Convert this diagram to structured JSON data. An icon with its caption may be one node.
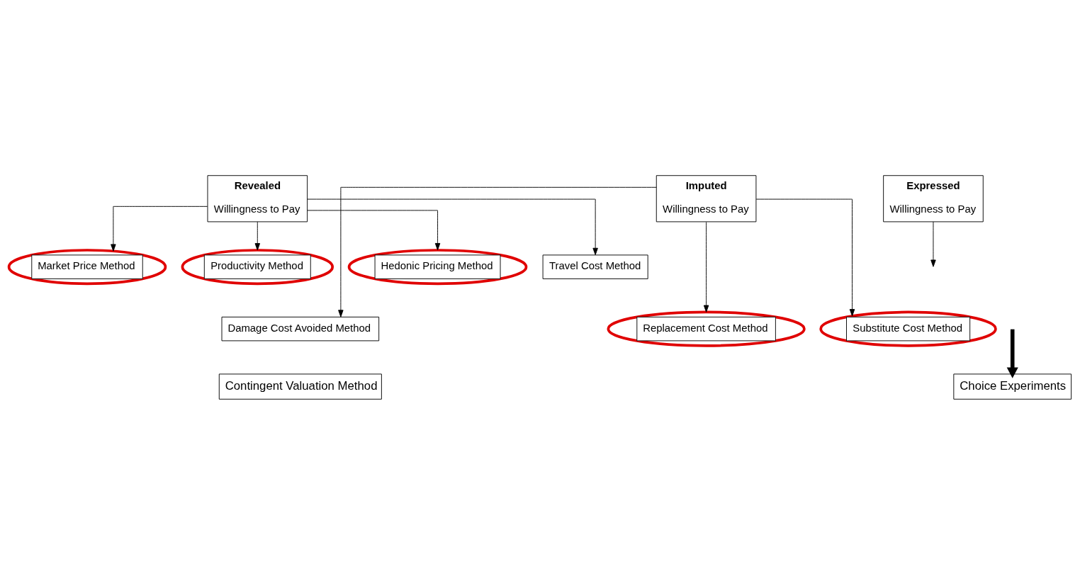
{
  "diagram": {
    "nodes": [
      {
        "text": [
          "Revealed",
          "Willingness to Pay"
        ]
      },
      {
        "text": [
          "Imputed",
          "Willingness to Pay"
        ]
      },
      {
        "text": [
          "Expressed",
          "Willingness to Pay"
        ]
      },
      {
        "text": [
          "Market Price Method"
        ]
      },
      {
        "text": [
          "Productivity Method"
        ]
      },
      {
        "text": [
          "Hedonic Pricing Method"
        ]
      },
      {
        "text": [
          "Travel Cost Method"
        ]
      },
      {
        "text": [
          "Damage Cost Avoided Method"
        ]
      },
      {
        "text": [
          "Replacement Cost Method"
        ]
      },
      {
        "text": [
          "Substitute Cost Method"
        ]
      },
      {
        "text": [
          "Contingent Valuation Method"
        ]
      },
      {
        "text": [
          "Choice Experiments"
        ]
      }
    ],
    "edges": [
      {
        "from": 0,
        "to": 3,
        "arrow": "to"
      },
      {
        "from": 0,
        "to": 4,
        "arrow": "to"
      },
      {
        "from": 0,
        "to": 5,
        "arrow": "to"
      },
      {
        "from": 0,
        "to": 6,
        "arrow": "to"
      },
      {
        "from": 1,
        "to": 7,
        "arrow": "to"
      },
      {
        "from": 1,
        "to": 8,
        "arrow": "to"
      },
      {
        "from": 1,
        "to": 9,
        "arrow": "to"
      },
      {
        "from": 2,
        "to": null,
        "arrow": "to"
      },
      {
        "from": null,
        "to": 11,
        "arrow": "to",
        "style": "thick"
      }
    ]
  }
}
